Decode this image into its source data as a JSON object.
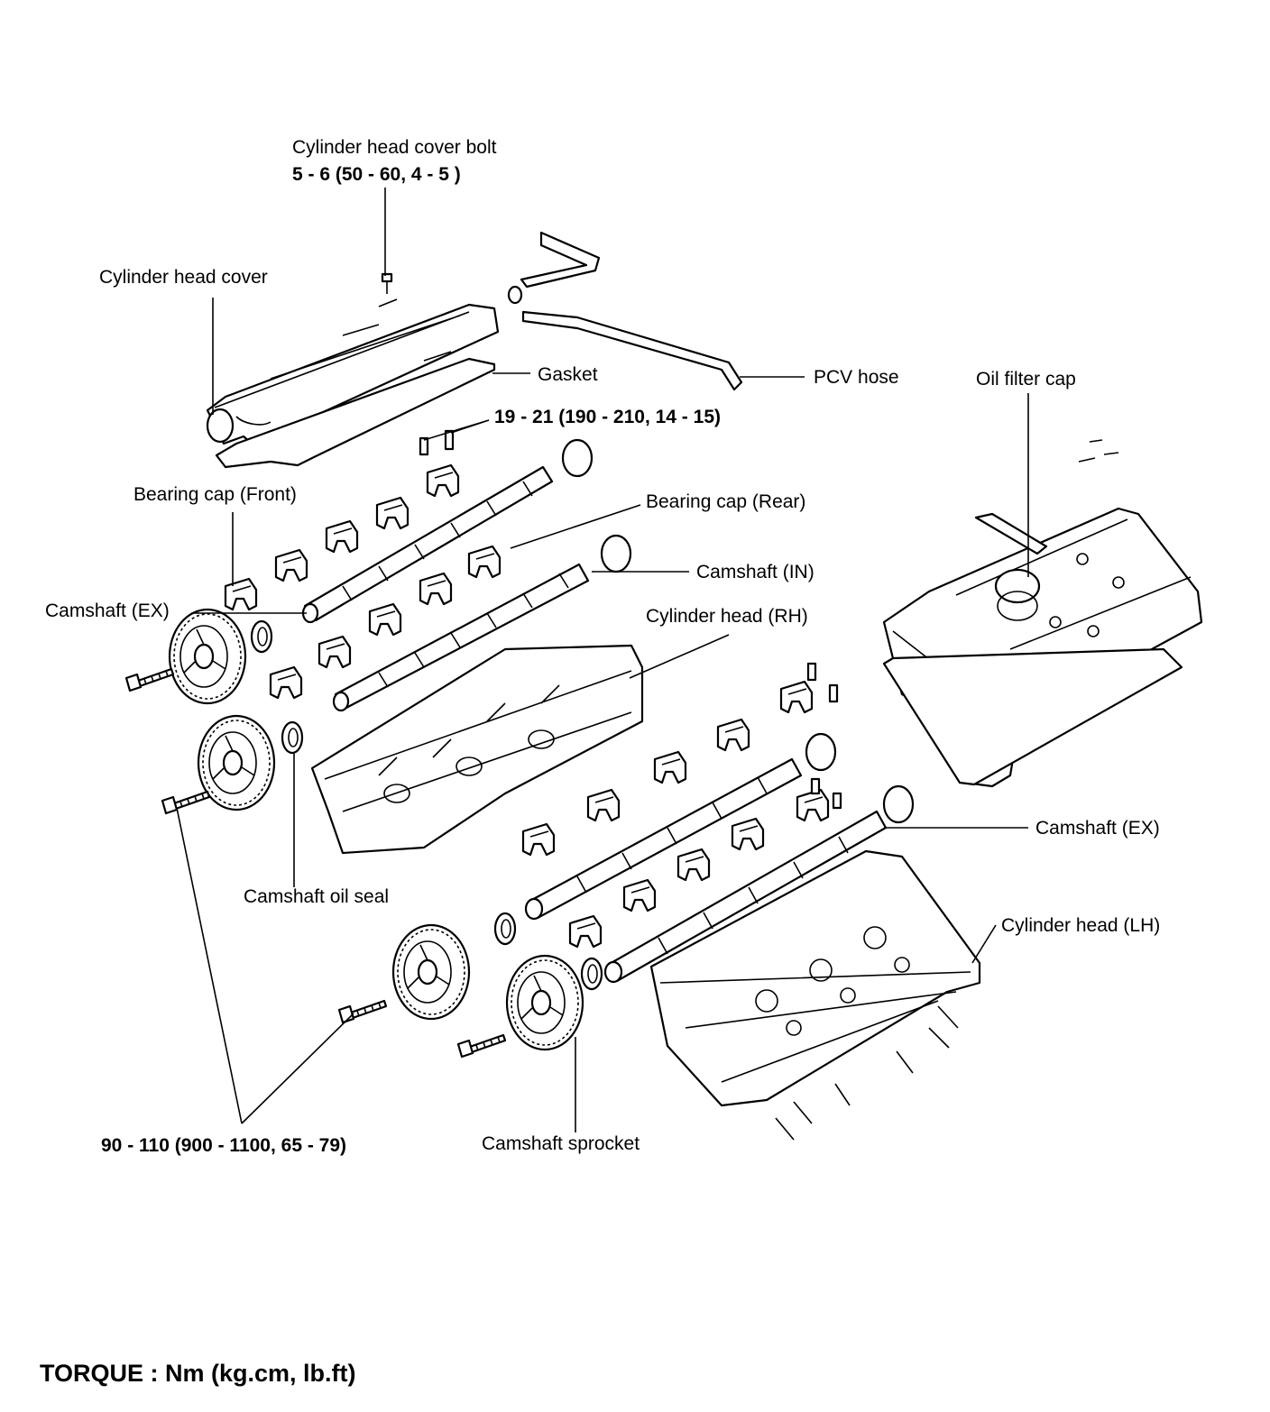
{
  "labels": {
    "cover_bolt_name": "Cylinder head cover bolt",
    "cover_bolt_torque": "5 - 6 (50 - 60, 4 - 5 )",
    "head_cover": "Cylinder head cover",
    "gasket": "Gasket",
    "pcv_hose": "PCV  hose",
    "oil_filter_cap": "Oil filter cap",
    "cap_bolt_torque": "19 - 21 (190 - 210, 14 - 15)",
    "bearing_cap_front": "Bearing cap (Front)",
    "bearing_cap_rear": "Bearing cap (Rear)",
    "camshaft_in": "Camshaft (IN)",
    "camshaft_ex_left": "Camshaft (EX)",
    "cylinder_head_rh": "Cylinder head (RH)",
    "camshaft_ex_right": "Camshaft (EX)",
    "camshaft_oil_seal": "Camshaft oil seal",
    "cylinder_head_lh": "Cylinder head (LH)",
    "sprocket_bolt_torque": "90 - 110 (900 - 1100, 65 - 79)",
    "camshaft_sprocket": "Camshaft sprocket"
  },
  "torque_units": "TORQUE : Nm (kg.cm, lb.ft)"
}
